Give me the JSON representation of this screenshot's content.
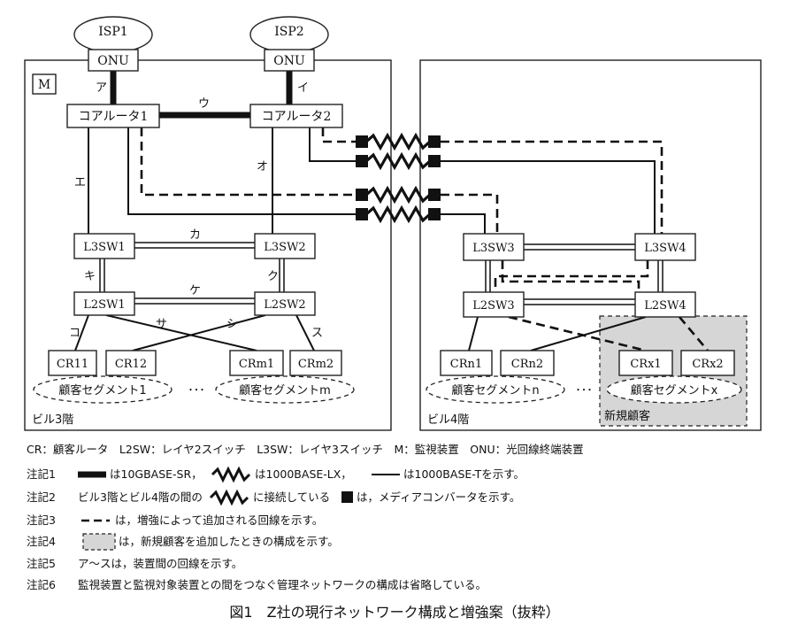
{
  "isp": {
    "isp1": "ISP1",
    "isp2": "ISP2"
  },
  "devices": {
    "onu": "ONU",
    "monitor": "M",
    "core1": "コアルータ1",
    "core2": "コアルータ2",
    "l3sw1": "L3SW1",
    "l3sw2": "L3SW2",
    "l3sw3": "L3SW3",
    "l3sw4": "L3SW4",
    "l2sw1": "L2SW1",
    "l2sw2": "L2SW2",
    "l2sw3": "L2SW3",
    "l2sw4": "L2SW4",
    "cr11": "CR11",
    "cr12": "CR12",
    "crm1": "CRm1",
    "crm2": "CRm2",
    "crn1": "CRn1",
    "crn2": "CRn2",
    "crx1": "CRx1",
    "crx2": "CRx2"
  },
  "segments": {
    "seg1": "顧客セグメント1",
    "segm": "顧客セグメントm",
    "segn": "顧客セグメントn",
    "segx": "顧客セグメントx",
    "ellipsis": "･･･"
  },
  "areas": {
    "bldg3": "ビル3階",
    "bldg4": "ビル4階",
    "new_customer": "新規顧客"
  },
  "line_labels": {
    "a": "ア",
    "i": "イ",
    "u": "ウ",
    "e": "エ",
    "o": "オ",
    "ka": "カ",
    "ki": "キ",
    "ku": "ク",
    "ke": "ケ",
    "ko": "コ",
    "sa": "サ",
    "shi": "シ",
    "su": "ス"
  },
  "legend": {
    "abbrev": "CR：顧客ルータ　L2SW：レイヤ2スイッチ　L3SW：レイヤ3スイッチ　M：監視装置　ONU：光回線終端装置",
    "n1_label": "注記1",
    "n1_t1": "は10GBASE-SR，",
    "n1_t2": "は1000BASE-LX，",
    "n1_t3": "は1000BASE-Tを示す。",
    "n2_label": "注記2",
    "n2_t1": "ビル3階とビル4階の間の",
    "n2_t2": "に接続している",
    "n2_t3": "は，メディアコンバータを示す。",
    "n3_label": "注記3",
    "n3_t1": "は，増強によって追加される回線を示す。",
    "n4_label": "注記4",
    "n4_t1": "は，新規顧客を追加したときの構成を示す。",
    "n5_label": "注記5",
    "n5_t1": "ア～スは，装置間の回線を示す。",
    "n6_label": "注記6",
    "n6_t1": "監視装置と監視対象装置との間をつなぐ管理ネットワークの構成は省略している。"
  },
  "caption": "図1　Z社の現行ネットワーク構成と増強案（抜粋）"
}
